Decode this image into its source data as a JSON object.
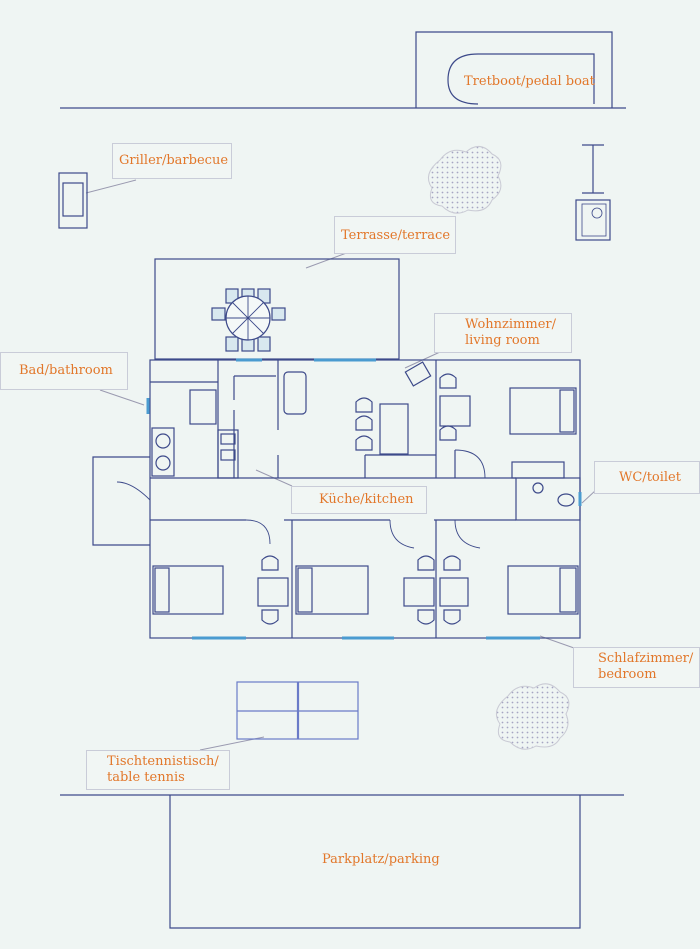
{
  "labels": {
    "pedal_boat": "Tretboot/pedal boat",
    "barbecue": "Griller/barbecue",
    "terrace": "Terrasse/terrace",
    "living_room_1": "Wohnzimmer/",
    "living_room_2": "living room",
    "bathroom": "Bad/bathroom",
    "kitchen": "Küche/kitchen",
    "toilet": "WC/toilet",
    "bedroom_1": "Schlafzimmer/",
    "bedroom_2": "bedroom",
    "table_tennis_1": "Tischtennistisch/",
    "table_tennis_2": "table tennis",
    "parking": "Parkplatz/parking"
  },
  "colors": {
    "line": "#3d4a8a",
    "accent": "#e2772a",
    "window": "#4a9bd0",
    "furniture_fill": "#d8e8ef",
    "background": "#eff5f3"
  }
}
